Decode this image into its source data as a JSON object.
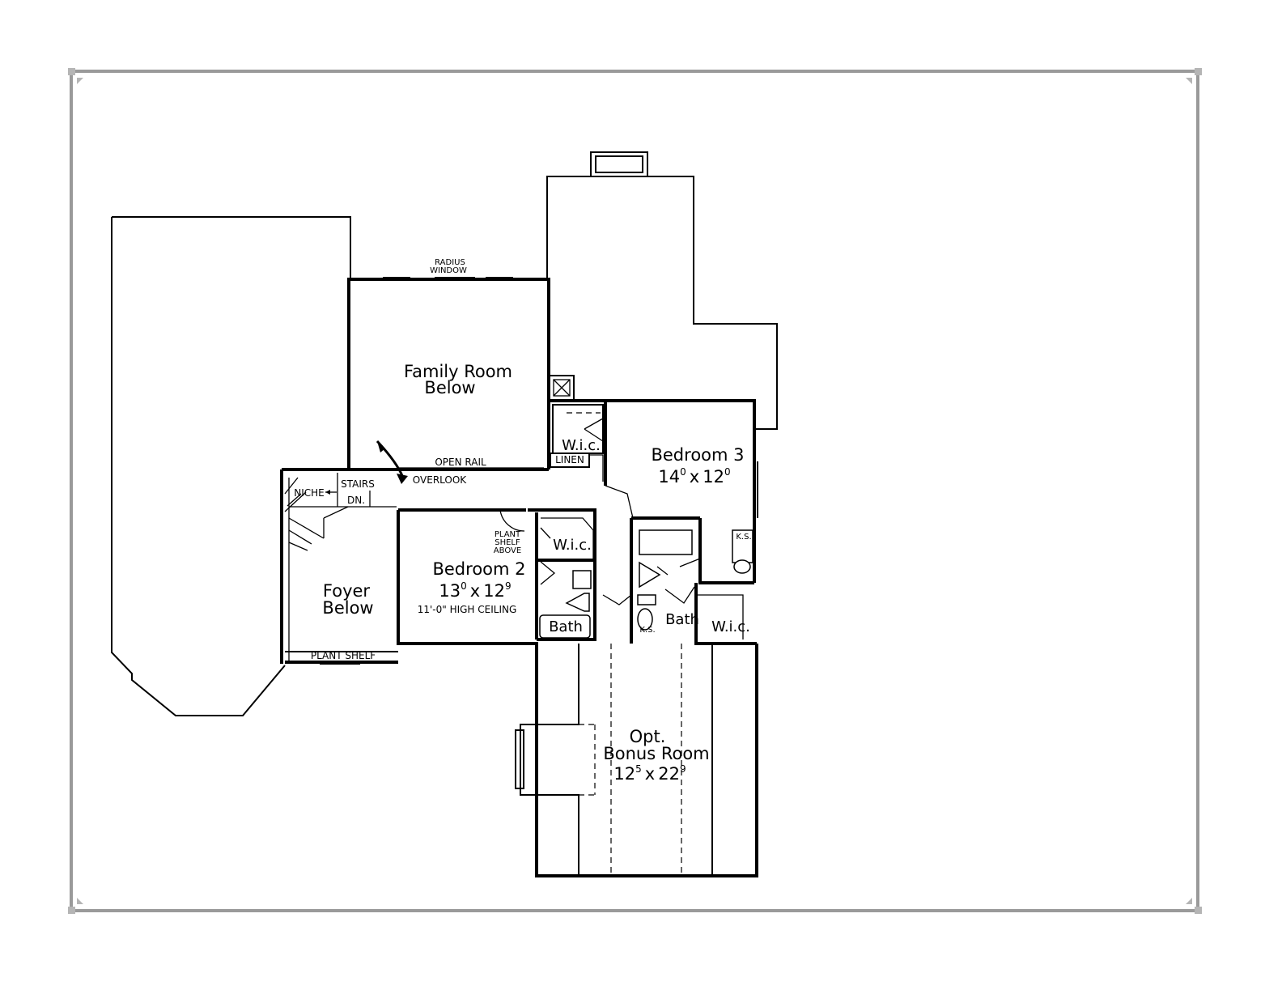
{
  "rooms": {
    "family_room": {
      "line1": "Family Room",
      "line2": "Below"
    },
    "bedroom3": {
      "name": "Bedroom 3",
      "dim_a": "14",
      "dim_a_sup": "0",
      "dim_x": "x",
      "dim_b": "12",
      "dim_b_sup": "0"
    },
    "bedroom2": {
      "name": "Bedroom 2",
      "dim_a": "13",
      "dim_a_sup": "0",
      "dim_x": "x",
      "dim_b": "12",
      "dim_b_sup": "9",
      "ceiling": "11'-0\" HIGH CEILING"
    },
    "foyer": {
      "line1": "Foyer",
      "line2": "Below"
    },
    "bonus": {
      "line1": "Opt.",
      "line2": "Bonus Room",
      "dim_a": "12",
      "dim_a_sup": "5",
      "dim_x": "x",
      "dim_b": "22",
      "dim_b_sup": "9"
    },
    "bath_left": "Bath",
    "bath_right": "Bath",
    "wic_top": "W.i.c.",
    "wic_mid": "W.i.c.",
    "wic_right": "W.i.c."
  },
  "notes": {
    "radius_window_1": "RADIUS",
    "radius_window_2": "WINDOW",
    "open_rail": "OPEN RAIL",
    "overlook": "OVERLOOK",
    "stairs": "STAIRS",
    "dn": "DN.",
    "niche": "NICHE",
    "linen": "LINEN",
    "plant_shelf_above_1": "PLANT",
    "plant_shelf_above_2": "SHELF",
    "plant_shelf_above_3": "ABOVE",
    "plant_shelf": "PLANT SHELF",
    "ks_upper": "K.S.",
    "ks_lower": "K.S."
  }
}
